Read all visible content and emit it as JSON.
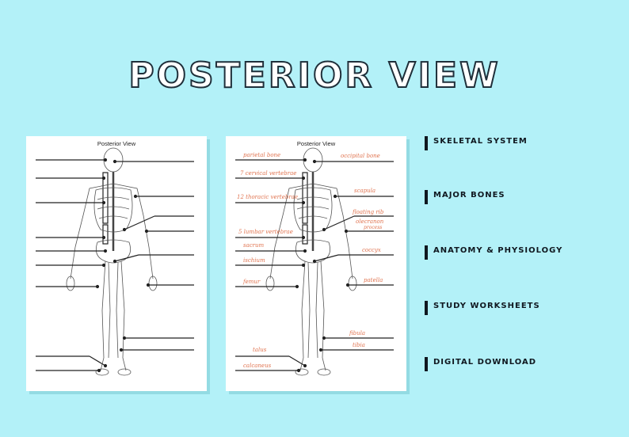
{
  "page": {
    "title": "POSTERIOR VIEW",
    "background_color": "#b3f1f8"
  },
  "worksheets": {
    "blank": {
      "heading": "Posterior View"
    },
    "answered": {
      "heading": "Posterior View",
      "label_color": "#e0734f",
      "labels": {
        "parietal": "parietal bone",
        "occipital": "occipital bone",
        "cervical": "7 cervical vertebrae",
        "thoracic": "12 thoracic vertebrae",
        "scapula": "scapula",
        "floating_rib": "floating rib",
        "olecranon": "olecranon",
        "olecranon_process": "process",
        "lumbar": "5 lumbar vertebrae",
        "sacrum": "sacrum",
        "coccyx": "coccyx",
        "ischium": "ischium",
        "femur": "femur",
        "patella": "patella",
        "fibula": "fibula",
        "tibia": "tibia",
        "talus": "talus",
        "calcaneus": "calcaneus"
      }
    }
  },
  "features": [
    "SKELETAL SYSTEM",
    "MAJOR BONES",
    "ANATOMY & PHYSIOLOGY",
    "STUDY WORKSHEETS",
    "DIGITAL DOWNLOAD"
  ]
}
